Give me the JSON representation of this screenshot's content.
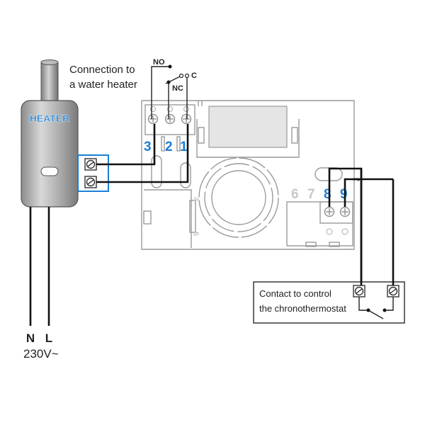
{
  "title_label": {
    "line1": "Connection to",
    "line2": "a water heater"
  },
  "heater": {
    "label": "HEATER"
  },
  "relay_contacts": {
    "no": "NO",
    "nc": "NC",
    "c": "C"
  },
  "terminals": {
    "t3": "3",
    "t2": "2",
    "t1": "1",
    "t4": "4",
    "t5": "5",
    "t6": "6",
    "t7": "7",
    "t8": "8",
    "t9": "9"
  },
  "contact_box": {
    "line1": "Contact to control",
    "line2": "the chronothermostat"
  },
  "power": {
    "neutral": "N",
    "live": "L",
    "voltage": "230V~"
  },
  "colors": {
    "accent_blue": "#1a7fd4",
    "wire": "#111111",
    "board_outline": "#9a9a9a"
  }
}
